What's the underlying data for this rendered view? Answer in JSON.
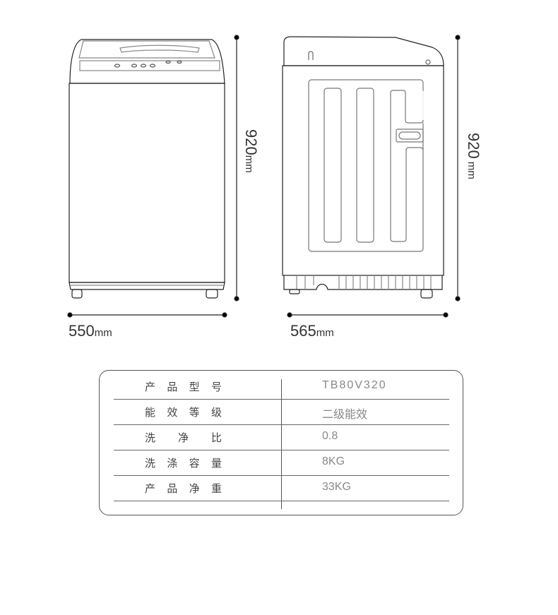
{
  "front_view": {
    "height_value": "920",
    "height_unit": "mm",
    "width_value": "550",
    "width_unit": "mm"
  },
  "side_view": {
    "height_value": "920",
    "height_unit": " mm",
    "depth_value": "565",
    "depth_unit": "mm"
  },
  "specs": [
    {
      "label": "产品型号",
      "value": "TB80V320"
    },
    {
      "label": "能效等级",
      "value": "二级能效"
    },
    {
      "label": "洗净比",
      "value": "0.8"
    },
    {
      "label": "洗涤容量",
      "value": "8KG"
    },
    {
      "label": "产品净重",
      "value": "33KG"
    }
  ]
}
